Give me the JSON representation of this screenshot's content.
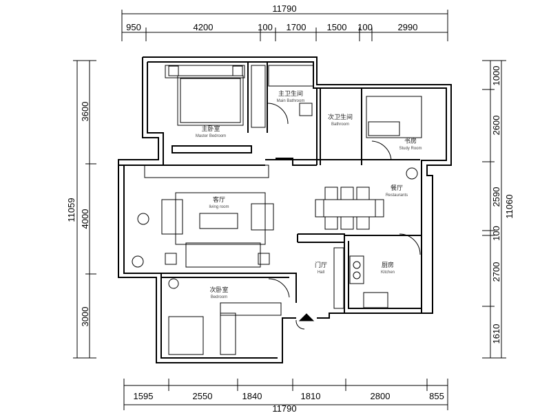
{
  "dimensions": {
    "top_total": "11790",
    "top": [
      "950",
      "4200",
      "100",
      "1700",
      "1500",
      "100",
      "2990"
    ],
    "bottom_total": "11790",
    "bottom": [
      "1595",
      "2550",
      "1840",
      "1810",
      "2800",
      "855"
    ],
    "left_total": "11059",
    "left": [
      "3600",
      "4000",
      "3000"
    ],
    "right_total": "11060",
    "right": [
      "1000",
      "2600",
      "2590",
      "100",
      "2700",
      "1610"
    ]
  },
  "rooms": {
    "master_bedroom": {
      "zh": "主卧室",
      "en": "Master Bedroom"
    },
    "main_bathroom": {
      "zh": "主卫生间",
      "en": "Main Bathroom"
    },
    "bathroom": {
      "zh": "次卫生间",
      "en": "Bathroom"
    },
    "study": {
      "zh": "书房",
      "en": "Study Room"
    },
    "living": {
      "zh": "客厅",
      "en": "living room"
    },
    "dining": {
      "zh": "餐厅",
      "en": "Restaurants"
    },
    "hall": {
      "zh": "门厅",
      "en": "Hall"
    },
    "kitchen": {
      "zh": "厨房",
      "en": "Kitchen"
    },
    "bedroom": {
      "zh": "次卧室",
      "en": "Bedroom"
    }
  }
}
